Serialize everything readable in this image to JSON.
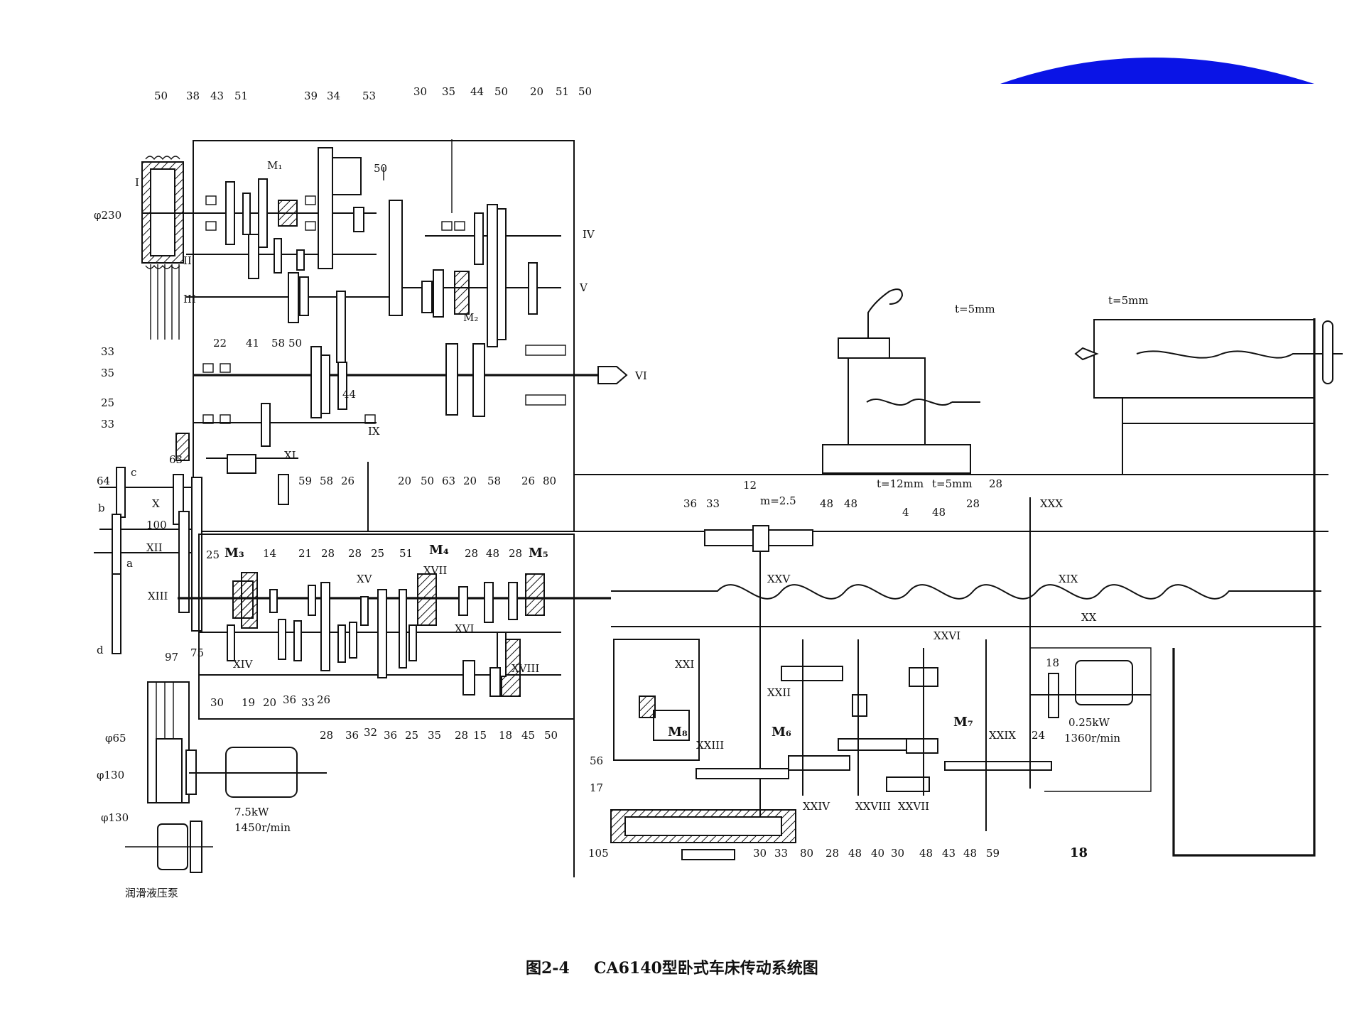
{
  "caption": {
    "figure_no": "图2-4",
    "title": "CA6140型卧式车床传动系统图"
  },
  "colors": {
    "accent_shape": "#0a14e6",
    "ink": "#111111",
    "background": "#ffffff"
  },
  "motors": {
    "main": {
      "power": "7.5kW",
      "speed": "1450r/min"
    },
    "rapid": {
      "power": "0.25kW",
      "speed": "1360r/min"
    }
  },
  "pump_label": "润滑液压泵",
  "pulleys": {
    "spindle": "φ230",
    "motor_small": "φ65",
    "motor_large": "φ130",
    "pump": "φ130"
  },
  "screws": {
    "cross": "t=5mm",
    "compound": "t=5mm",
    "lead": "t=12mm",
    "lead2": "t=5mm",
    "rack": "m=2.5"
  },
  "shaft_labels": {
    "I": "I",
    "II": "II",
    "III": "III",
    "IV": "IV",
    "V": "V",
    "VI": "VI",
    "IX": "IX",
    "X": "X",
    "XI": "XI",
    "XII": "XII",
    "XIII": "XIII",
    "XIV": "XIV",
    "XV": "XV",
    "XVI": "XVI",
    "XVII": "XVII",
    "XVIII": "XVIII",
    "XIX": "XIX",
    "XX": "XX",
    "XXI": "XXI",
    "XXII": "XXII",
    "XXIII": "XXIII",
    "XXIV": "XXIV",
    "XXV": "XXV",
    "XXVI": "XXVI",
    "XXVII": "XXVII",
    "XXVIII": "XXVIII",
    "XXIX": "XXIX",
    "XXX": "XXX"
  },
  "clutches": {
    "M1": "M₁",
    "M2": "M₂",
    "M3": "M₃",
    "M4": "M₄",
    "M5": "M₅",
    "M6": "M₆",
    "M7": "M₇",
    "M8": "M₈"
  },
  "change_gears": {
    "a": "a",
    "b": "b",
    "c": "c",
    "d": "d",
    "z63": "63",
    "z100": "100",
    "z75": "75",
    "z64": "64",
    "z97": "97"
  },
  "top_gear_numbers": [
    "50",
    "38",
    "43",
    "51",
    "39",
    "34",
    "53",
    "30",
    "35",
    "44",
    "50",
    "20",
    "51",
    "50"
  ],
  "headstock_inner_numbers": [
    "22",
    "41",
    "58",
    "50",
    "44"
  ],
  "headstock_bottom_numbers": [
    "20",
    "50",
    "63",
    "20",
    "58",
    "26",
    "80"
  ],
  "spindle_gear_numbers": [
    "59",
    "58",
    "26"
  ],
  "left_side_numbers": [
    "33",
    "35",
    "25",
    "33"
  ],
  "feedbox_top_numbers": [
    "25",
    "14",
    "21",
    "28",
    "28",
    "25",
    "51",
    "28",
    "48",
    "28"
  ],
  "feedbox_bottom_numbers": [
    "30",
    "19",
    "20",
    "36",
    "33",
    "26",
    "28",
    "36",
    "32",
    "36",
    "25",
    "35",
    "28",
    "15",
    "18",
    "45",
    "50"
  ],
  "apron_top_numbers": [
    "36",
    "33",
    "12",
    "48",
    "48",
    "28",
    "4",
    "48",
    "28"
  ],
  "apron_bottom_numbers": [
    "56",
    "17",
    "105",
    "30",
    "33",
    "80",
    "28",
    "48",
    "40",
    "30",
    "48",
    "43",
    "48",
    "59",
    "18"
  ],
  "rapid_motor_gears": [
    "18",
    "24"
  ]
}
